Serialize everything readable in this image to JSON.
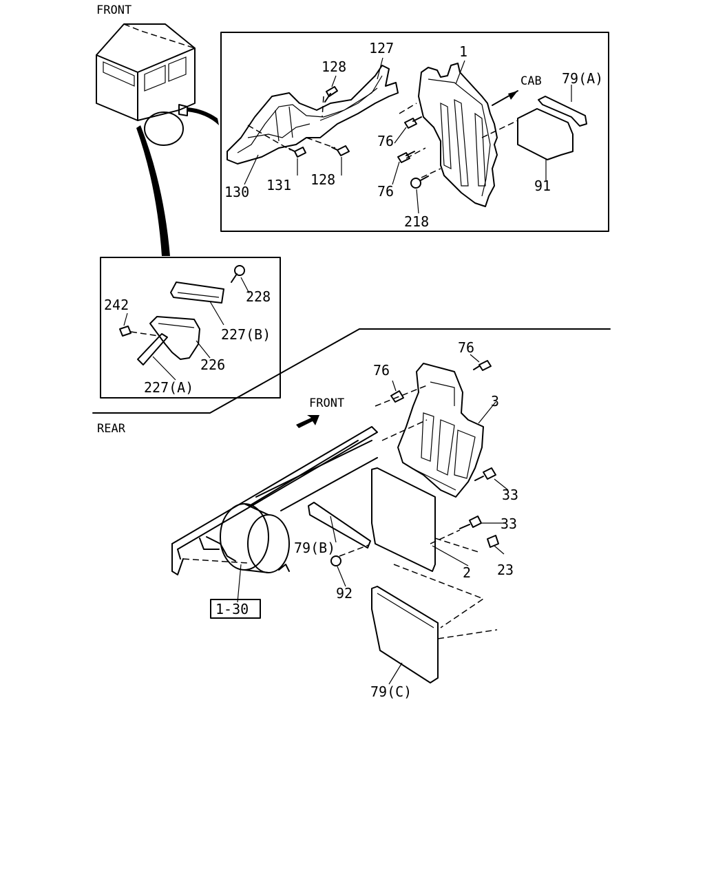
{
  "headings": {
    "front_top": "FRONT",
    "front_mid": "FRONT",
    "rear": "REAR",
    "cab": "CAB"
  },
  "ref_box": "1-30",
  "callouts": {
    "p1": "1",
    "p127": "127",
    "p128a": "128",
    "p128b": "128",
    "p130": "130",
    "p131": "131",
    "p76a": "76",
    "p76b": "76",
    "p76c": "76",
    "p76d": "76",
    "p218": "218",
    "p91": "91",
    "p79a": "79(A)",
    "p228": "228",
    "p242": "242",
    "p227b": "227(B)",
    "p226": "226",
    "p227a": "227(A)",
    "p3": "3",
    "p33a": "33",
    "p33b": "33",
    "p23": "23",
    "p2": "2",
    "p92": "92",
    "p79b": "79(B)",
    "p79c": "79(C)"
  }
}
